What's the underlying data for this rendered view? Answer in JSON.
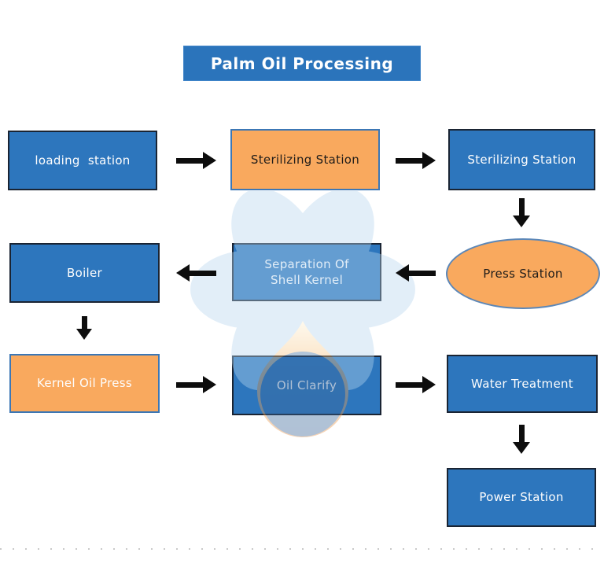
{
  "title": "Palm Oil Processing",
  "colors": {
    "box_blue": "#2d76bd",
    "box_orange": "#f9a95e",
    "dark_border": "#1a2433",
    "blue_border": "#3c77b5",
    "ellipse_border": "#5b87b8",
    "arrow_black": "#0d0d0d",
    "watermark_petal_blue": "#b8d7f0",
    "watermark_drop_orange": "#f6ae5e",
    "watermark_drop_blue": "#1f5fa8"
  },
  "nodes": [
    {
      "label": "loading  station",
      "shape": "rect",
      "fill": "blue"
    },
    {
      "label": "Sterilizing Station",
      "shape": "rect",
      "fill": "orange"
    },
    {
      "label": "Sterilizing Station",
      "shape": "rect",
      "fill": "blue"
    },
    {
      "label": "Press Station",
      "shape": "ellipse",
      "fill": "orange"
    },
    {
      "label": "Separation Of\nShell Kernel",
      "shape": "rect",
      "fill": "blue"
    },
    {
      "label": "Boiler",
      "shape": "rect",
      "fill": "blue"
    },
    {
      "label": "Kernel Oil Press",
      "shape": "rect",
      "fill": "orange"
    },
    {
      "label": "Oil Clarify",
      "shape": "rect",
      "fill": "blue"
    },
    {
      "label": "Water Treatment",
      "shape": "rect",
      "fill": "blue"
    },
    {
      "label": "Power Station",
      "shape": "rect",
      "fill": "blue"
    }
  ],
  "flow": [
    {
      "from": "loading  station",
      "to": "Sterilizing Station (orange)",
      "direction": "right"
    },
    {
      "from": "Sterilizing Station (orange)",
      "to": "Sterilizing Station (blue)",
      "direction": "right"
    },
    {
      "from": "Sterilizing Station (blue)",
      "to": "Press Station",
      "direction": "down"
    },
    {
      "from": "Press Station",
      "to": "Separation Of Shell Kernel",
      "direction": "left"
    },
    {
      "from": "Separation Of Shell Kernel",
      "to": "Boiler",
      "direction": "left"
    },
    {
      "from": "Boiler",
      "to": "Kernel Oil Press",
      "direction": "down"
    },
    {
      "from": "Kernel Oil Press",
      "to": "Oil Clarify",
      "direction": "right"
    },
    {
      "from": "Oil Clarify",
      "to": "Water Treatment",
      "direction": "right"
    },
    {
      "from": "Water Treatment",
      "to": "Power Station",
      "direction": "down"
    }
  ]
}
